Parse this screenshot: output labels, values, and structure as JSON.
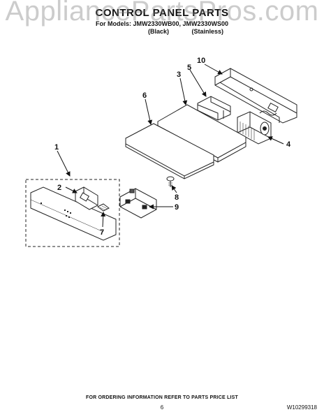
{
  "watermark": "AppliancePartsPros.com",
  "title": "CONTROL PANEL PARTS",
  "models_line": "For Models: JMW2330WB00, JMW2330WS00",
  "variants": [
    "(Black)",
    "(Stainless)"
  ],
  "callouts": [
    {
      "id": "1",
      "label": "1"
    },
    {
      "id": "2",
      "label": "2"
    },
    {
      "id": "3",
      "label": "3"
    },
    {
      "id": "4",
      "label": "4"
    },
    {
      "id": "5",
      "label": "5"
    },
    {
      "id": "6",
      "label": "6"
    },
    {
      "id": "7",
      "label": "7"
    },
    {
      "id": "8",
      "label": "8"
    },
    {
      "id": "9",
      "label": "9"
    },
    {
      "id": "10",
      "label": "10"
    }
  ],
  "footer": "FOR ORDERING INFORMATION REFER TO PARTS PRICE LIST",
  "page_number": "6",
  "doc_number": "W10299318"
}
